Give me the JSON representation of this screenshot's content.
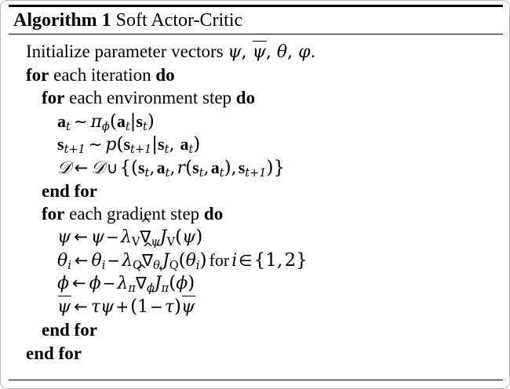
{
  "document": {
    "type": "algorithm-block",
    "caption": {
      "label": "Algorithm 1",
      "title": "Soft Actor-Critic"
    },
    "lines": [
      {
        "id": "init",
        "indent": 0,
        "text": "Initialize parameter vectors ψ, ψ̄, θ, φ.",
        "kind": "statement"
      },
      {
        "id": "for-iteration",
        "indent": 0,
        "text": "for each iteration do",
        "kind": "loop-open"
      },
      {
        "id": "for-env-step",
        "indent": 1,
        "text": "for each environment step do",
        "kind": "loop-open"
      },
      {
        "id": "sample-action",
        "indent": 2,
        "text": "a_t ~ π_φ(a_t|s_t)",
        "kind": "math"
      },
      {
        "id": "sample-next-state",
        "indent": 2,
        "text": "s_{t+1} ~ p(s_{t+1}|s_t, a_t)",
        "kind": "math"
      },
      {
        "id": "update-buffer",
        "indent": 2,
        "text": "D ← D ∪ {(s_t, a_t, r(s_t, a_t), s_{t+1})}",
        "kind": "math"
      },
      {
        "id": "end-for-env-step",
        "indent": 1,
        "text": "end for",
        "kind": "loop-close"
      },
      {
        "id": "for-gradient-step",
        "indent": 1,
        "text": "for each gradient step do",
        "kind": "loop-open"
      },
      {
        "id": "update-psi",
        "indent": 2,
        "text": "ψ ← ψ − λ_V ∇̂_ψ J_V(ψ)",
        "kind": "math"
      },
      {
        "id": "update-theta",
        "indent": 2,
        "text": "θ_i ← θ_i − λ_Q ∇̂_{θ_i} J_Q(θ_i) for i ∈ {1, 2}",
        "kind": "math"
      },
      {
        "id": "update-phi",
        "indent": 2,
        "text": "φ ← φ − λ_π ∇̂_φ J_π(φ)",
        "kind": "math"
      },
      {
        "id": "update-target-psi",
        "indent": 2,
        "text": "ψ̄ ← τψ + (1 − τ)ψ̄",
        "kind": "math"
      },
      {
        "id": "end-for-gradient-step",
        "indent": 1,
        "text": "end for",
        "kind": "loop-close"
      },
      {
        "id": "end-for-iteration",
        "indent": 0,
        "text": "end for",
        "kind": "loop-close"
      }
    ],
    "keywords": {
      "for": "for",
      "do": "do",
      "end_for": "end for",
      "initialize_prefix": "Initialize parameter vectors",
      "each_iteration": "each iteration",
      "each_environment_step": "each environment step",
      "each_gradient_step": "each gradient step",
      "for_condition": "for",
      "period": "."
    },
    "symbols": {
      "psi": "ψ",
      "psi_bar": "ψ̄",
      "theta": "θ",
      "phi": "φ",
      "lambda": "λ",
      "tau": "τ",
      "pi": "π",
      "nabla_hat": "∇̂",
      "assign": "←",
      "distributed_as": "∼",
      "union": "∪",
      "elem_of": "∈",
      "minus": "−",
      "plus": "+",
      "comma": ",",
      "D": "𝒟",
      "J": "J",
      "r": "r",
      "p": "p",
      "V": "V",
      "Q": "Q",
      "i": "i",
      "t": "t",
      "one": "1",
      "two": "2"
    },
    "colors": {
      "text": "#000000",
      "page_background": "#ffffff",
      "rule": "#000000",
      "page_border": "#b9b9b9"
    }
  }
}
